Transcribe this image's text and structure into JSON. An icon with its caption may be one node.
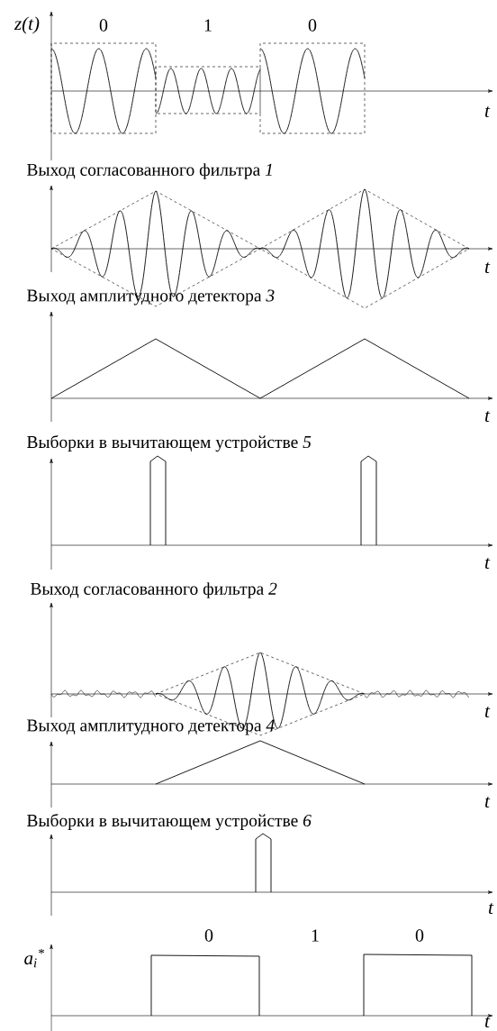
{
  "diagram": {
    "labels": [
      "z(t)",
      "0",
      "1",
      "0",
      "t",
      "Выход согласованного фильтра *1*",
      "t",
      "Выход амплитудного детектора *3*",
      "t",
      "Выборки в вычитающем устройстве *5*",
      "t",
      "Выход согласованного фильтра *2*",
      "t",
      "Выход амплитудного детектора *4*",
      "t",
      "Выборки в вычитающем устройстве *6*",
      "t",
      "0",
      "1",
      "0",
      "a$_{i}$$^{*}$",
      "t"
    ]
  }
}
